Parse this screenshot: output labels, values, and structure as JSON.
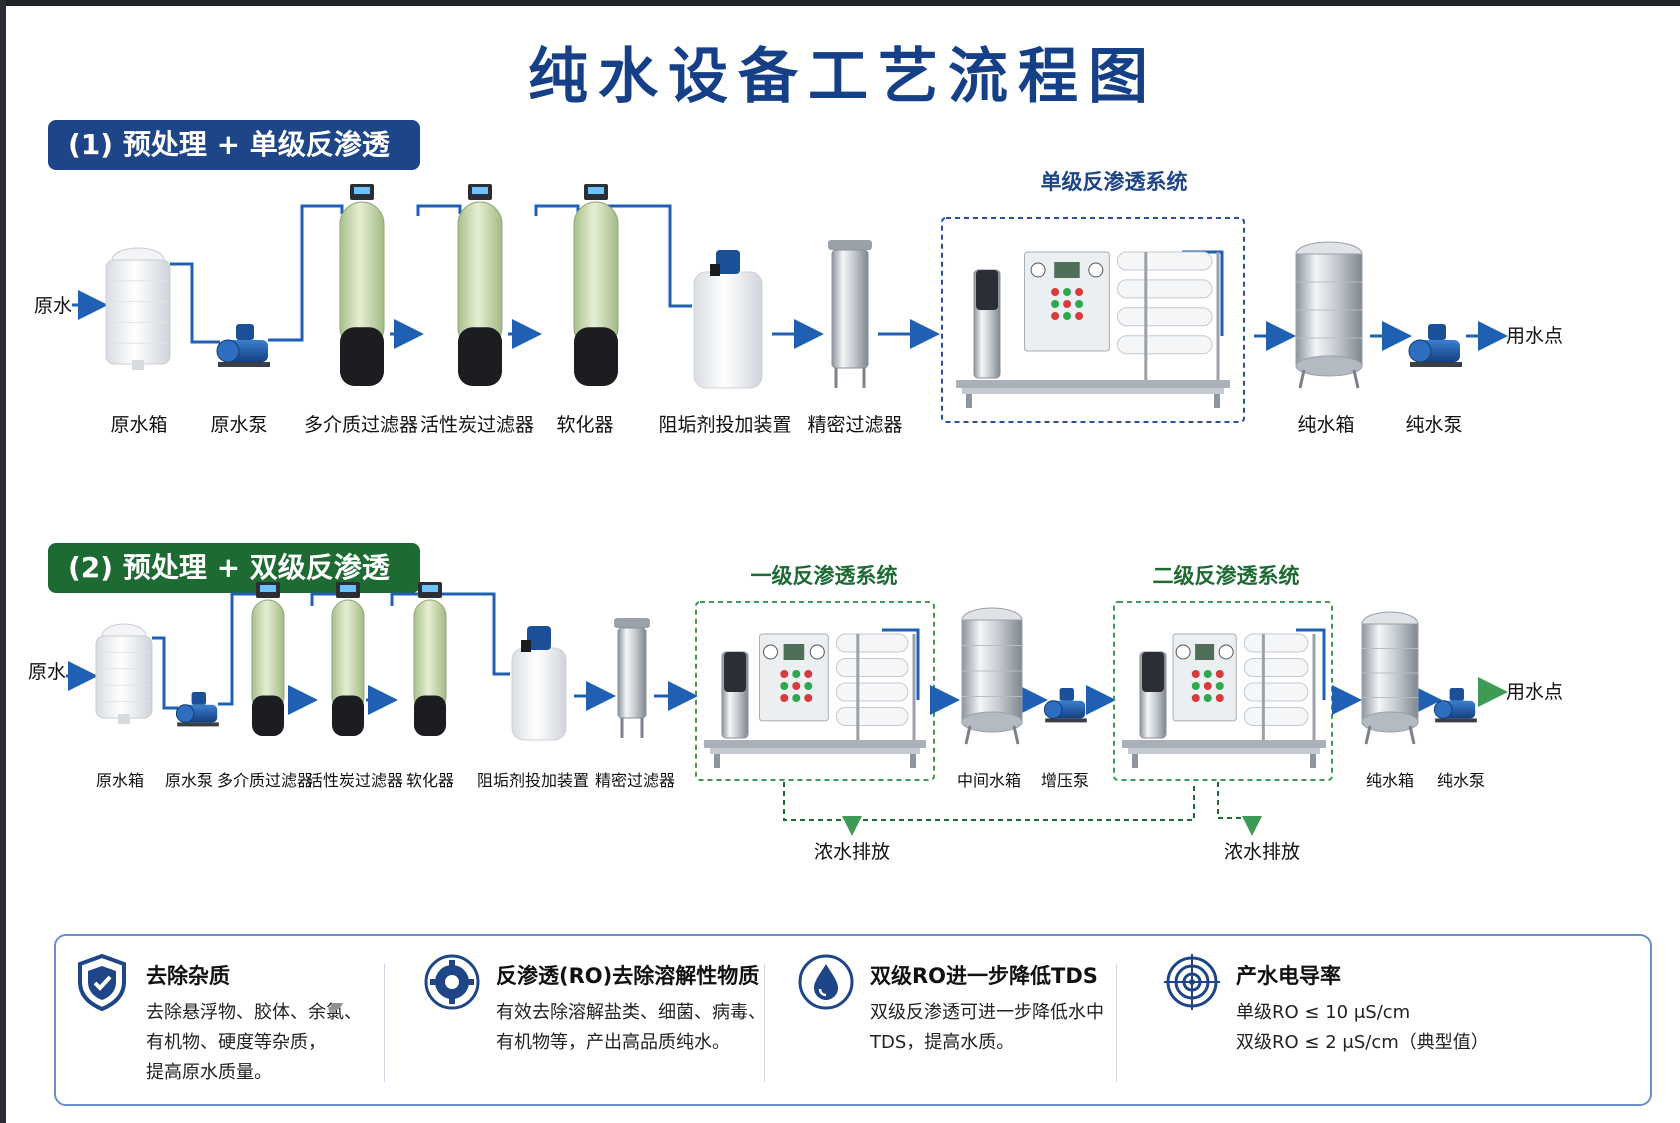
{
  "title": "纯水设备工艺流程图",
  "section1": {
    "badge": "(1) 预处理 + 单级反渗透",
    "inlet_label": "原水",
    "outlet_label": "用水点",
    "system_label": "单级反渗透系统",
    "equipment": [
      "原水箱",
      "原水泵",
      "多介质过滤器",
      "活性炭过滤器",
      "软化器",
      "阻垢剂投加装置",
      "精密过滤器",
      "纯水箱",
      "纯水泵"
    ]
  },
  "section2": {
    "badge": "(2) 预处理 + 双级反渗透",
    "inlet_label": "原水",
    "outlet_label": "用水点",
    "system1_label": "一级反渗透系统",
    "system2_label": "二级反渗透系统",
    "drain1_label": "浓水排放",
    "drain2_label": "浓水排放",
    "equipment": [
      "原水箱",
      "原水泵",
      "多介质过滤器",
      "活性炭过滤器",
      "软化器",
      "阻垢剂投加装置",
      "精密过滤器",
      "中间水箱",
      "增压泵",
      "纯水箱",
      "纯水泵"
    ]
  },
  "features": [
    {
      "icon": "shield-icon",
      "title": "去除杂质",
      "desc": "去除悬浮物、胶体、余氯、\n有机物、硬度等杂质，\n提高原水质量。"
    },
    {
      "icon": "gear-icon",
      "title": "反渗透(RO)去除溶解性物质",
      "desc": "有效去除溶解盐类、细菌、病毒、\n有机物等，产出高品质纯水。"
    },
    {
      "icon": "water-drop-icon",
      "title": "双级RO进一步降低TDS",
      "desc": "双级反渗透可进一步降低水中\nTDS，提高水质。"
    },
    {
      "icon": "target-icon",
      "title": "产水电导率",
      "desc": "单级RO ≤ 10 μS/cm\n双级RO ≤ 2 μS/cm（典型值）"
    }
  ],
  "colors": {
    "navy": "#1e4587",
    "green": "#1d6b33",
    "pipe": "#1f5fb4",
    "frame1": "#2a4f9b",
    "frame2": "#3f9a55"
  }
}
